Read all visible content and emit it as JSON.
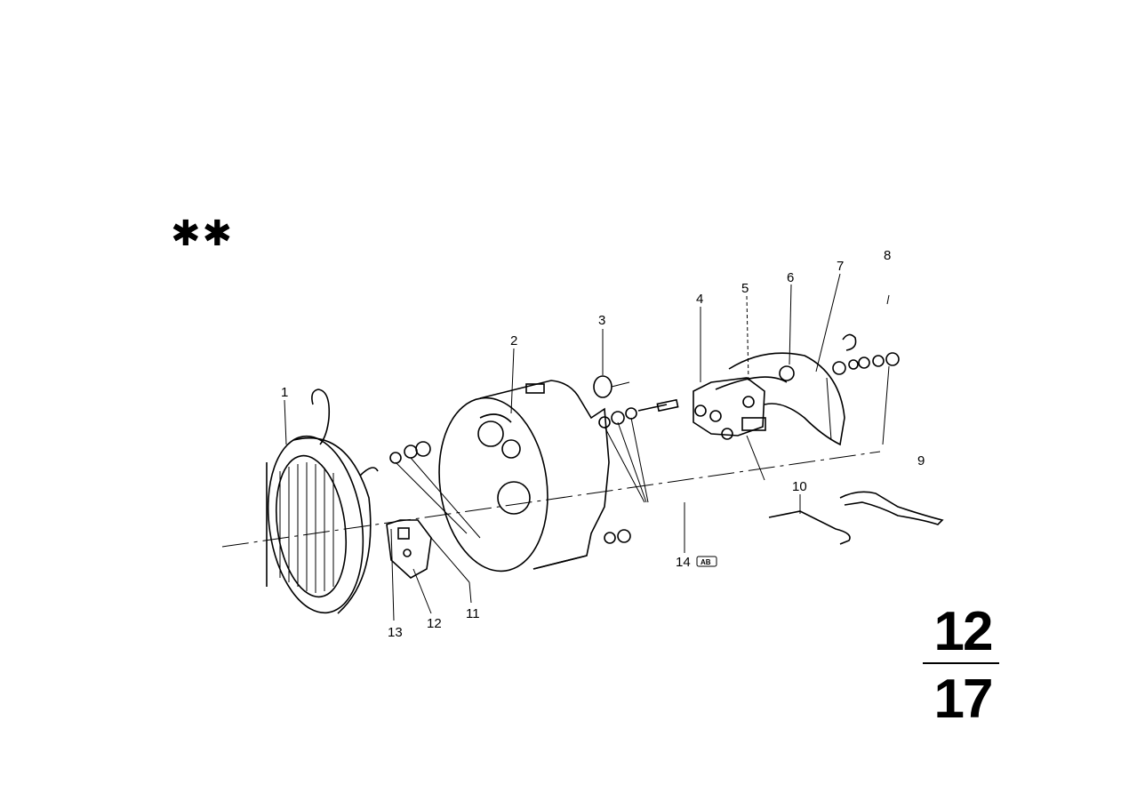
{
  "diagram": {
    "group_number_top": "12",
    "group_number_bottom": "17",
    "asterisks": "✱✱",
    "callouts": [
      "1",
      "2",
      "3",
      "4",
      "5",
      "6",
      "7",
      "8",
      "9",
      "10",
      "11",
      "12",
      "13",
      "14"
    ],
    "callout_14_tag": "AB"
  }
}
